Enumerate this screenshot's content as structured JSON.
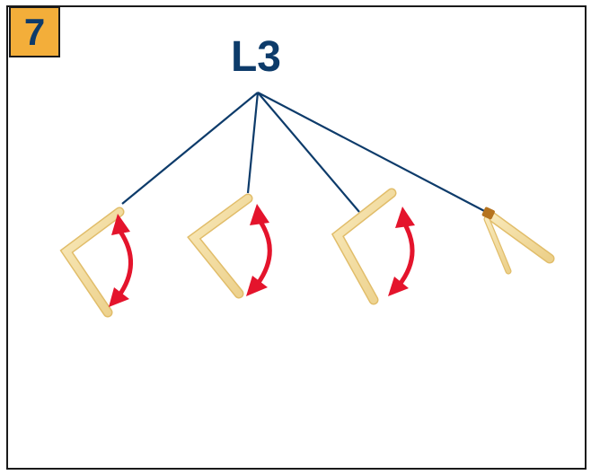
{
  "step": {
    "number": "7"
  },
  "callout": {
    "label": "L3"
  },
  "colors": {
    "step_badge_fill": "#f3ae3a",
    "text_navy": "#0d3b6a",
    "leader_line": "#0d3b6a",
    "arrow_red": "#e4142c",
    "stick_wood": "#f2d99a",
    "stick_shadow": "#e1bd6a",
    "hinge": "#b5731f"
  },
  "figures": [
    {
      "name": "bent-stick-figure-1",
      "has_motion_arrow": true
    },
    {
      "name": "bent-stick-figure-2",
      "has_motion_arrow": true
    },
    {
      "name": "bent-stick-figure-3",
      "has_motion_arrow": true
    },
    {
      "name": "v-stick-figure-4",
      "has_motion_arrow": false
    }
  ]
}
